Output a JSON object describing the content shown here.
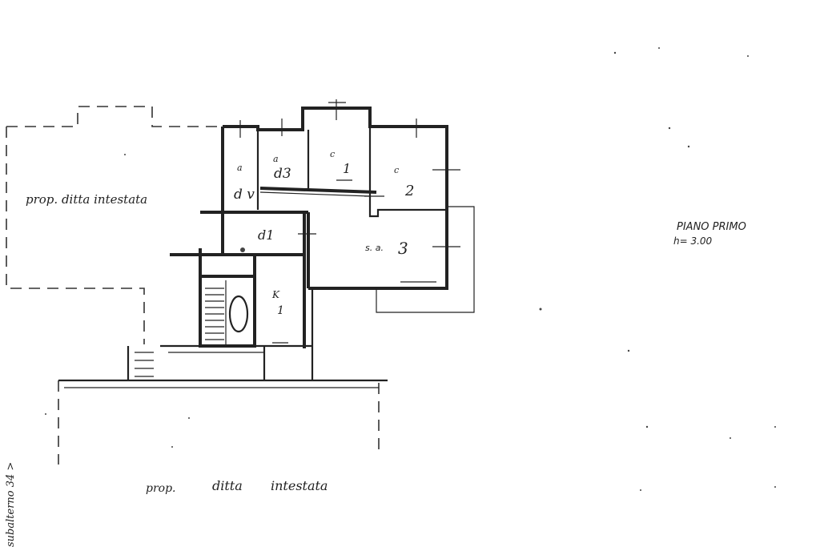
{
  "labels": {
    "neighbor_left": "prop. ditta intestata",
    "neighbor_bottom_1": "prop.",
    "neighbor_bottom_2": "ditta",
    "neighbor_bottom_3": "intestata",
    "floor_title": "PIANO PRIMO",
    "floor_height": "h= 3.00",
    "side_note": "subalterno 34 >"
  },
  "rooms": {
    "dv": "d v",
    "d3": "d3",
    "c1_top": "c",
    "c1": "1",
    "c2_top": "c",
    "c2": "2",
    "d1": "d1",
    "sa3_prefix": "s. a.",
    "sa3": "3",
    "k1_top": "K",
    "k1": "1",
    "mark_a": "a",
    "mark_b": "a"
  }
}
